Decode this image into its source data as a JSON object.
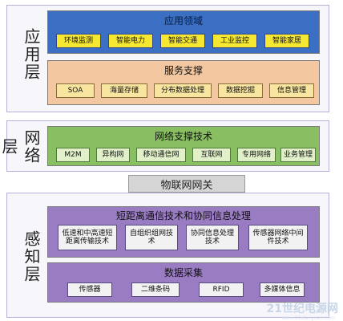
{
  "application_layer": {
    "label": "应用层",
    "domains": {
      "title": "应用领域",
      "items": [
        "环境监测",
        "智能电力",
        "智能交通",
        "工业监控",
        "智能家居"
      ]
    },
    "services": {
      "title": "服务支撑",
      "items": [
        "SOA",
        "海量存储",
        "分布数据处理",
        "数据挖掘",
        "信息管理"
      ]
    }
  },
  "network_layer": {
    "label": "网络层",
    "support": {
      "title": "网络支撑技术",
      "items": [
        "M2M",
        "异构网",
        "移动通信网",
        "互联网",
        "专用网络",
        "业务管理"
      ]
    }
  },
  "gateway": {
    "label": "物联网网关"
  },
  "perception_layer": {
    "label": "感知层",
    "short_range": {
      "title": "短距离通信技术和协同信息处理",
      "items": [
        "低速和中高速短距离传输技术",
        "自组织组网技术",
        "协同信息处理技术",
        "传感器网络中间件技术"
      ]
    },
    "collection": {
      "title": "数据采集",
      "items": [
        "传感器",
        "二维条码",
        "RFID",
        "多媒体信息"
      ]
    }
  },
  "watermark": {
    "text": "21世纪电源网",
    "url": "www.21dianyuan.com"
  }
}
